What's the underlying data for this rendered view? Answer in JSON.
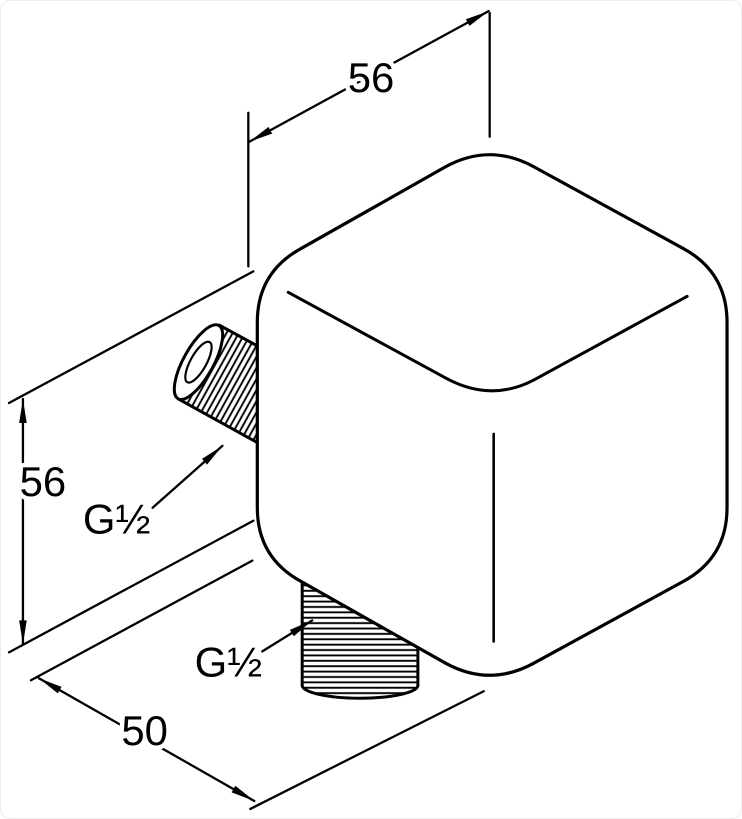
{
  "page": {
    "background": "#ffffff",
    "line_color": "#000000"
  },
  "labels": {
    "dim_top": "56",
    "dim_left": "56",
    "dim_bottom": "50",
    "thread_wall": "G½",
    "thread_outlet": "G½"
  }
}
